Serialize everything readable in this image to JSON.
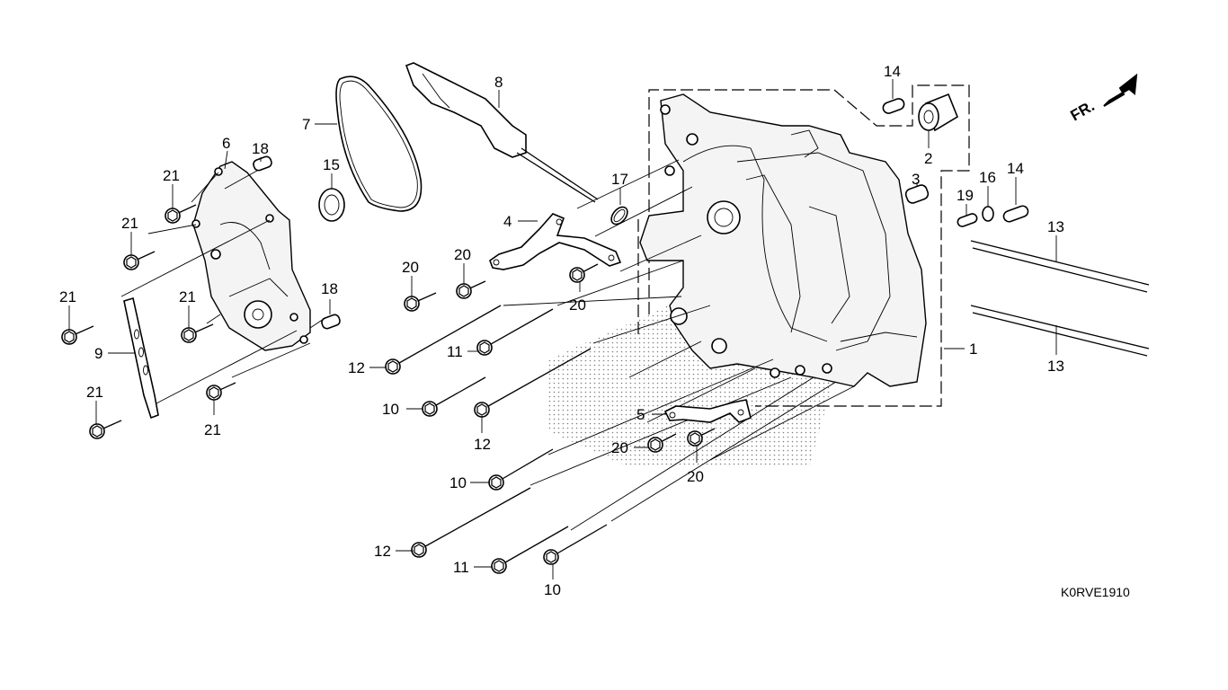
{
  "diagram": {
    "type": "exploded-parts-diagram",
    "reference_code": "K0RVE1910",
    "direction_indicator": {
      "text": "FR.",
      "icon": "arrow-up-right-icon"
    },
    "callouts": [
      {
        "id": "c1",
        "number": "1",
        "part": "crankcase"
      },
      {
        "id": "c2",
        "number": "2",
        "part": "bushing"
      },
      {
        "id": "c3",
        "number": "3",
        "part": "dowel-pin"
      },
      {
        "id": "c4",
        "number": "4",
        "part": "bracket"
      },
      {
        "id": "c5",
        "number": "5",
        "part": "bracket"
      },
      {
        "id": "c6",
        "number": "6",
        "part": "cover"
      },
      {
        "id": "c7",
        "number": "7",
        "part": "gasket"
      },
      {
        "id": "c8",
        "number": "8",
        "part": "dipstick"
      },
      {
        "id": "c9",
        "number": "9",
        "part": "stay"
      },
      {
        "id": "c10a",
        "number": "10",
        "part": "bolt"
      },
      {
        "id": "c10b",
        "number": "10",
        "part": "bolt"
      },
      {
        "id": "c10c",
        "number": "10",
        "part": "bolt"
      },
      {
        "id": "c11a",
        "number": "11",
        "part": "bolt"
      },
      {
        "id": "c11b",
        "number": "11",
        "part": "bolt"
      },
      {
        "id": "c12a",
        "number": "12",
        "part": "bolt"
      },
      {
        "id": "c12b",
        "number": "12",
        "part": "bolt"
      },
      {
        "id": "c12c",
        "number": "12",
        "part": "bolt"
      },
      {
        "id": "c13a",
        "number": "13",
        "part": "stud-bolt"
      },
      {
        "id": "c13b",
        "number": "13",
        "part": "stud-bolt"
      },
      {
        "id": "c14a",
        "number": "14",
        "part": "dowel-pin"
      },
      {
        "id": "c14b",
        "number": "14",
        "part": "dowel-pin"
      },
      {
        "id": "c15",
        "number": "15",
        "part": "oil-seal"
      },
      {
        "id": "c16",
        "number": "16",
        "part": "o-ring"
      },
      {
        "id": "c17",
        "number": "17",
        "part": "o-ring"
      },
      {
        "id": "c18a",
        "number": "18",
        "part": "dowel-pin"
      },
      {
        "id": "c18b",
        "number": "18",
        "part": "dowel-pin"
      },
      {
        "id": "c19",
        "number": "19",
        "part": "dowel-pin"
      },
      {
        "id": "c20a",
        "number": "20",
        "part": "bolt"
      },
      {
        "id": "c20b",
        "number": "20",
        "part": "bolt"
      },
      {
        "id": "c20c",
        "number": "20",
        "part": "bolt"
      },
      {
        "id": "c20d",
        "number": "20",
        "part": "bolt"
      },
      {
        "id": "c20e",
        "number": "20",
        "part": "bolt"
      },
      {
        "id": "c21a",
        "number": "21",
        "part": "bolt"
      },
      {
        "id": "c21b",
        "number": "21",
        "part": "bolt"
      },
      {
        "id": "c21c",
        "number": "21",
        "part": "bolt"
      },
      {
        "id": "c21d",
        "number": "21",
        "part": "bolt"
      },
      {
        "id": "c21e",
        "number": "21",
        "part": "bolt"
      },
      {
        "id": "c21f",
        "number": "21",
        "part": "bolt"
      }
    ]
  }
}
